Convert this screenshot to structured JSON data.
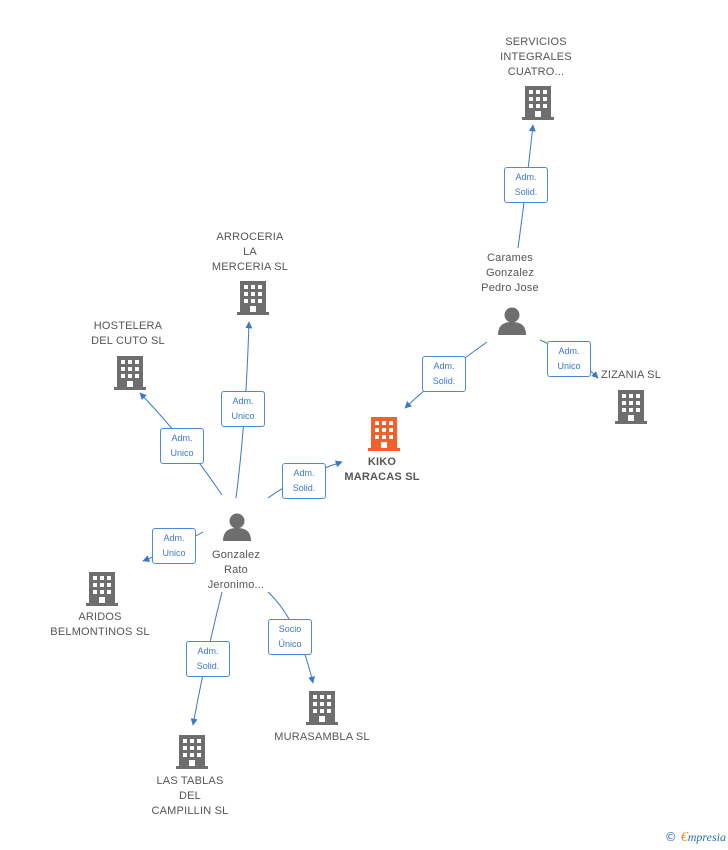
{
  "colors": {
    "edge": "#3a78c8",
    "building": "#6e6e6e",
    "building_main": "#f0622a",
    "person": "#6e6e6e"
  },
  "nodes": {
    "servicios": {
      "lines": [
        "SERVICIOS",
        "INTEGRALES",
        "CUATRO..."
      ],
      "icon": "building-icon"
    },
    "caramez": {
      "lines": [
        "Carames",
        "Gonzalez",
        "Pedro Jose"
      ],
      "icon": "person-icon"
    },
    "zizania": {
      "lines": [
        "ZIZANIA SL"
      ],
      "icon": "building-icon"
    },
    "kiko": {
      "lines": [
        "KIKO",
        "MARACAS SL"
      ],
      "icon": "building-icon"
    },
    "arroceria": {
      "lines": [
        "ARROCERIA",
        "LA",
        "MERCERIA SL"
      ],
      "icon": "building-icon"
    },
    "hostelera": {
      "lines": [
        "HOSTELERA",
        "DEL CUTO SL"
      ],
      "icon": "building-icon"
    },
    "gonzalez": {
      "lines": [
        "Gonzalez",
        "Rato",
        "Jeronimo..."
      ],
      "icon": "person-icon"
    },
    "aridos": {
      "lines": [
        "ARIDOS",
        "BELMONTINOS SL"
      ],
      "icon": "building-icon"
    },
    "murasambla": {
      "lines": [
        "MURASAMBLA SL"
      ],
      "icon": "building-icon"
    },
    "lastablas": {
      "lines": [
        "LAS TABLAS",
        "DEL",
        "CAMPILLIN SL"
      ],
      "icon": "building-icon"
    }
  },
  "edges": {
    "e1": [
      "Adm.",
      "Solid."
    ],
    "e2": [
      "Adm.",
      "Solid."
    ],
    "e3": [
      "Adm.",
      "Unico"
    ],
    "e4": [
      "Adm.",
      "Unico"
    ],
    "e5": [
      "Adm.",
      "Unico"
    ],
    "e6": [
      "Adm.",
      "Solid."
    ],
    "e7": [
      "Adm.",
      "Unico"
    ],
    "e8": [
      "Socio",
      "Único"
    ],
    "e9": [
      "Adm.",
      "Solid."
    ]
  },
  "footer": {
    "copyright": "©",
    "brand_initial": "€",
    "brand_rest": "mpresia"
  }
}
